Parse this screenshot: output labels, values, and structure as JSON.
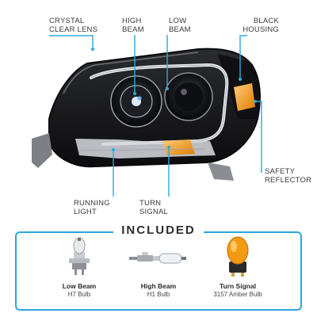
{
  "callouts": {
    "crystal_clear_lens": [
      "CRYSTAL",
      "CLEAR LENS"
    ],
    "high_beam": [
      "HIGH",
      "BEAM"
    ],
    "low_beam": [
      "LOW",
      "BEAM"
    ],
    "black_housing": [
      "BLACK",
      "HOUSING"
    ],
    "safety_reflector": [
      "SAFETY",
      "REFLECTOR"
    ],
    "running_light": [
      "RUNNING",
      "LIGHT"
    ],
    "turn_signal": [
      "TURN",
      "SIGNAL"
    ]
  },
  "included": {
    "title": "INCLUDED",
    "items": [
      {
        "name": "Low Beam",
        "sub": "H7 Bulb",
        "icon": "h7-bulb-icon"
      },
      {
        "name": "High Beam",
        "sub": "H1 Bulb",
        "icon": "h1-bulb-icon"
      },
      {
        "name": "Turn Signal",
        "sub": "3157 Amber Bulb",
        "icon": "amber-bulb-icon"
      }
    ]
  },
  "colors": {
    "accent": "#2aa8dc",
    "housing": "#1b1b1d",
    "amber": "#f39a12"
  }
}
